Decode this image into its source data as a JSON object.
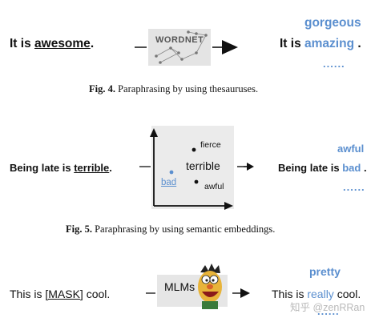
{
  "fig4": {
    "sentence_pre": "It is ",
    "sentence_word": "awesome",
    "sentence_post": ".",
    "box_label": "WORDNET",
    "result_pre": "It is ",
    "result_word": "amazing",
    "result_post": ".",
    "alt_above": "gorgeous",
    "alt_below": "......",
    "caption_num": "Fig. 4.",
    "caption_text": "Paraphrasing by using thesauruses."
  },
  "fig5": {
    "sentence_pre": "Being late is ",
    "sentence_word": "terrible",
    "sentence_post": ".",
    "plot_center": "terrible",
    "plot_fierce": "fierce",
    "plot_awful": "awful",
    "plot_bad": "bad",
    "result_pre": "Being late is ",
    "result_word": "bad",
    "result_post": ".",
    "alt_above": "awful",
    "alt_below": "......",
    "caption_num": "Fig. 5.",
    "caption_text": "Paraphrasing by using semantic embeddings."
  },
  "fig6": {
    "sentence_pre": "This is ",
    "sentence_word": "[MASK]",
    "sentence_post": " cool.",
    "box_label": "MLMs",
    "result_pre": "This is ",
    "result_word": "really",
    "result_post": " cool.",
    "alt_above": "pretty",
    "alt_below": "......"
  },
  "watermark": "知乎 @zenRRan",
  "colors": {
    "accent_blue": "#5b8fcf",
    "box_gray": "#e9e9e9"
  }
}
